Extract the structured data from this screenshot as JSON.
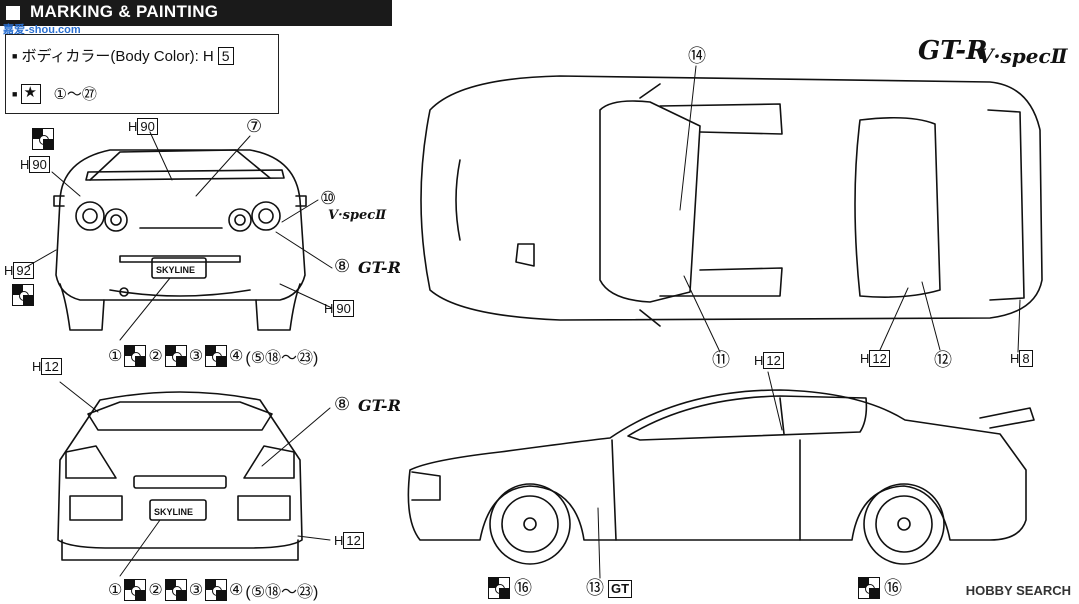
{
  "header": {
    "title": "MARKING & PAINTING",
    "watermark": "嘉爱-shou.com"
  },
  "info": {
    "body_color_label": "ボディカラー(Body Color): H",
    "body_color_value": "5",
    "decal_range": "①～㉗"
  },
  "brand": {
    "gtr": "GT-R",
    "vspec": "V·specⅡ",
    "small_vspec": "V·specⅡ",
    "plate": "SKYLINE"
  },
  "labels": {
    "h_prefix": "H",
    "rear_top": "90",
    "rear_left": "90",
    "rear_bumper_left": "92",
    "rear_bumper_right": "90",
    "top_right_h": "12",
    "top_right_h8": "8",
    "front_left_h": "12",
    "front_right_h": "12",
    "side_h": "12"
  },
  "callouts": {
    "c7": "⑦",
    "c10": "⑩",
    "c8a": "⑧",
    "c14": "⑭",
    "c11": "⑪",
    "c12": "⑫",
    "c8b": "⑧",
    "c16a": "⑯",
    "c13": "⑬",
    "c16b": "⑯"
  },
  "decal_rows": {
    "n1": "①",
    "n2": "②",
    "n3": "③",
    "n4": "④",
    "tail": "(⑤⑱～㉓)"
  },
  "gt_badge": "GT",
  "footer": {
    "brand": "HOBBY SEARCH"
  }
}
